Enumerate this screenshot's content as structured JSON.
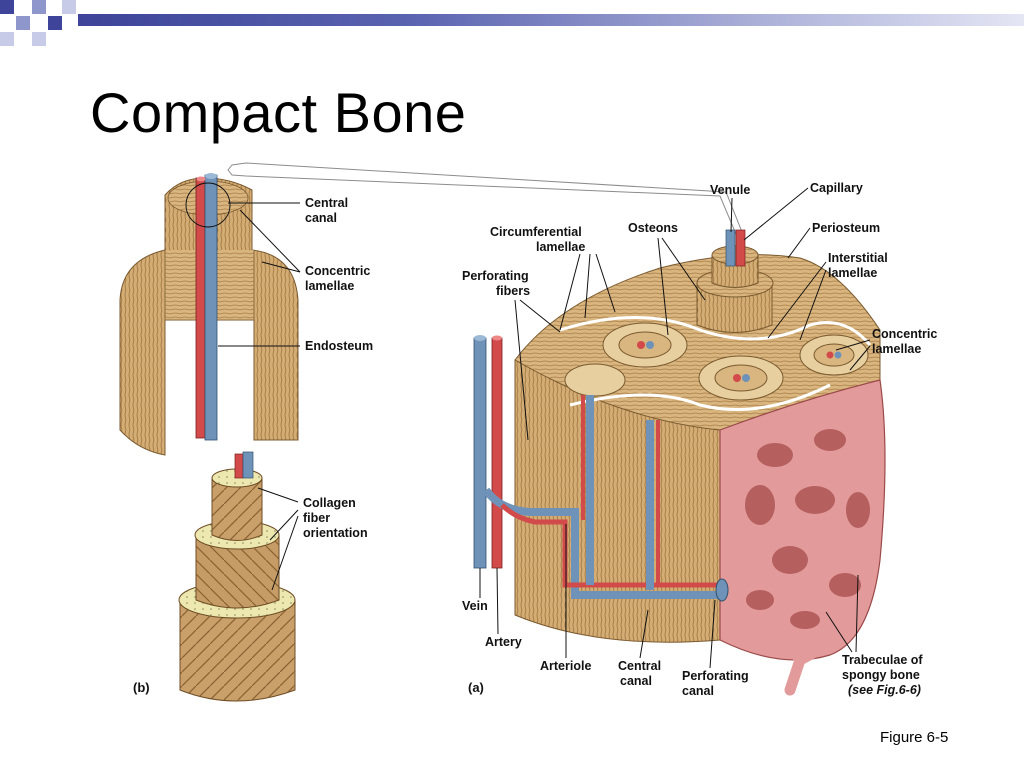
{
  "slide": {
    "title": "Compact Bone",
    "figure_caption": "Figure 6-5"
  },
  "panel_b": {
    "tag": "(b)",
    "labels": {
      "central_canal": [
        "Central",
        "canal"
      ],
      "concentric_lamellae": [
        "Concentric",
        "lamellae"
      ],
      "endosteum": [
        "Endosteum"
      ],
      "collagen_fiber_orientation": [
        "Collagen",
        "fiber",
        "orientation"
      ]
    }
  },
  "panel_a": {
    "tag": "(a)",
    "labels": {
      "venule": [
        "Venule"
      ],
      "capillary": [
        "Capillary"
      ],
      "periosteum": [
        "Periosteum"
      ],
      "osteons": [
        "Osteons"
      ],
      "circumferential_lamellae": [
        "Circumferential",
        "lamellae"
      ],
      "perforating_fibers": [
        "Perforating",
        "fibers"
      ],
      "interstitial_lamellae": [
        "Interstitial",
        "lamellae"
      ],
      "concentric_lamellae": [
        "Concentric",
        "lamellae"
      ],
      "vein": [
        "Vein"
      ],
      "artery": [
        "Artery"
      ],
      "arteriole": [
        "Arteriole"
      ],
      "central_canal": [
        "Central",
        "canal"
      ],
      "perforating_canal": [
        "Perforating",
        "canal"
      ],
      "trabeculae": [
        "Trabeculae of",
        "spongy bone"
      ],
      "see_fig": [
        "(see Fig.6-6)"
      ]
    }
  },
  "colors": {
    "bone": "#d9b57f",
    "bone_dark": "#a87c45",
    "vein": "#6f93b8",
    "artery": "#d24a4a",
    "spongy": "#e39a9a",
    "title_bar": "#3d4499"
  }
}
